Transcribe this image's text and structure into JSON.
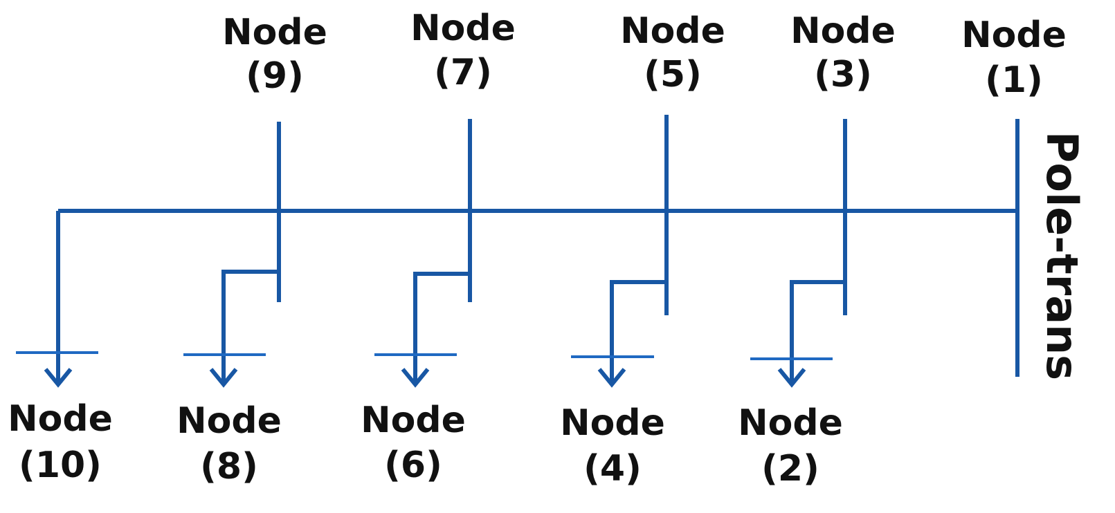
{
  "diagram": {
    "line_color": "#1857a4",
    "bus_label": "Pole-trans",
    "top_nodes": [
      {
        "word": "Node",
        "number": "(9)"
      },
      {
        "word": "Node",
        "number": "(7)"
      },
      {
        "word": "Node",
        "number": "(5)"
      },
      {
        "word": "Node",
        "number": "(3)"
      },
      {
        "word": "Node",
        "number": "(1)"
      }
    ],
    "bottom_nodes": [
      {
        "word": "Node",
        "number": "(10)"
      },
      {
        "word": "Node",
        "number": "(8)"
      },
      {
        "word": "Node",
        "number": "(6)"
      },
      {
        "word": "Node",
        "number": "(4)"
      },
      {
        "word": "Node",
        "number": "(2)"
      }
    ]
  }
}
